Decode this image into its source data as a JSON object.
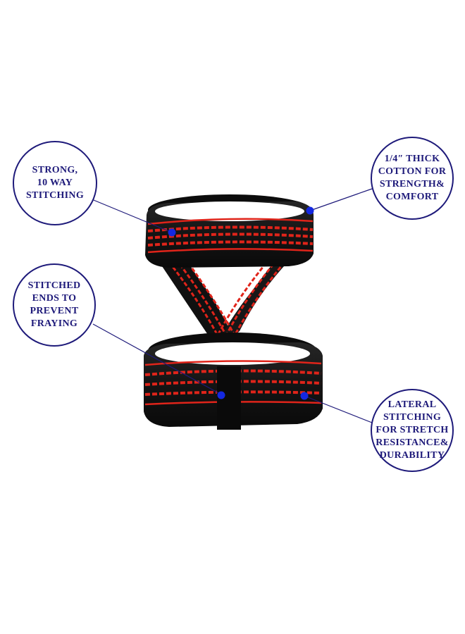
{
  "callouts": [
    {
      "text": "STRONG,\n10 WAY\nSTITCHING"
    },
    {
      "text": "1/4″ THICK\nCOTTON FOR\nSTRENGTH&\nCOMFORT"
    },
    {
      "text": "STITCHED\nENDS TO\nPREVENT\nFRAYING"
    },
    {
      "text": "LATERAL\nSTITCHING\nFOR STRETCH\nRESISTANCE&\nDURABILITY"
    }
  ],
  "colors": {
    "callout_text": "#1e1a7a",
    "callout_border": "#1e1a7a",
    "marker_dot": "#1428e0",
    "strap_black": "#141414",
    "strap_red": "#e0241a"
  },
  "icons": [
    "marker-dot"
  ]
}
